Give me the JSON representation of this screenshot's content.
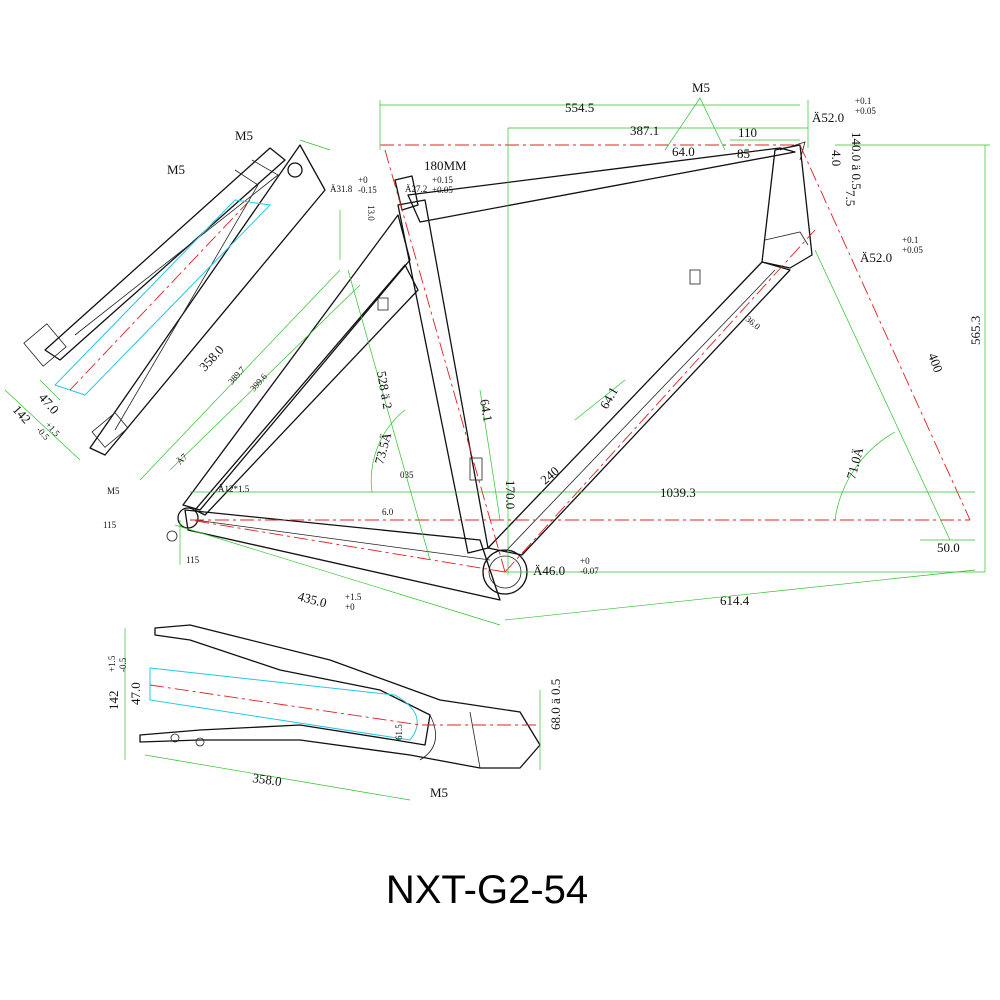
{
  "model": "NXT-G2-54",
  "dimensions": {
    "top_554": "554.5",
    "top_387": "387.1",
    "top_110": "110",
    "head_top_dia": "Ä52.0",
    "head_top_tol1": "+0.1",
    "head_top_tol2": "+0.05",
    "m5_top": "M5",
    "ht_64": "64.0",
    "ht_85": "85",
    "ht_4": "4.0",
    "ht_140": "140.0 ä 0.5",
    "ht_7_5": "7.5",
    "head_bot_dia": "Ä52.0",
    "head_bot_tol1": "+0.1",
    "head_bot_tol2": "+0.05",
    "seat_180": "180MM",
    "seat_318": "Ä31.8",
    "seat_318_tol1": "+0",
    "seat_318_tol2": "-0.15",
    "seat_272": "Ä27.2",
    "seat_272_tol1": "+0.15",
    "seat_272_tol2": "+0.05",
    "seat_13": "13.0",
    "dt_36": "36.0",
    "st_528": "528 ä 2",
    "st_735": "73.5Ä",
    "st_641": "64.1",
    "dt_641": "64.1",
    "dt_400": "400",
    "h_5653": "565.3",
    "ha_710": "71.0Ä",
    "cs_240": "240",
    "bb_170": "170.0",
    "bb_035": "035",
    "wb_10393": "1039.3",
    "cs_60": "6.0",
    "bb_drop_50": "50.0",
    "bb_dia": "Ä46.0",
    "bb_dia_tol1": "+0",
    "bb_dia_tol2": "-0.07",
    "cs_435": "435.0",
    "cs_435_tol1": "+1.5",
    "cs_435_tol2": "+0",
    "reach_6144": "614.4",
    "axle_115a": "115",
    "axle_115b": "115",
    "m5_drop": "M5",
    "thru_axle": "Ä12*1.5",
    "stay_47_small": "Ä7",
    "rear_m5_a": "M5",
    "rear_m5_b": "M5",
    "rear_358": "358.0",
    "rear_3897": "389.7",
    "rear_3996": "399.6",
    "rear_47": "47.0",
    "rear_142": "142",
    "rear_142_tol1": "+1.5",
    "rear_142_tol2": "-0.5",
    "bot_142": "142",
    "bot_142_tol1": "+1.5",
    "bot_142_tol2": "-0.5",
    "bot_47": "47.0",
    "bot_358": "358.0",
    "bot_615": "61.5",
    "bot_68": "68.0 ä 0.5",
    "bot_m5": "M5"
  }
}
